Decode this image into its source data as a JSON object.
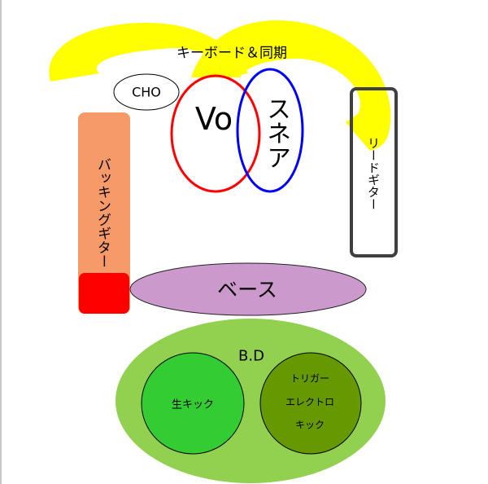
{
  "labels": {
    "keyboard_sync": "キーボード＆同期",
    "chorus": "CHO",
    "vocal": "Vo",
    "snare": "スネア",
    "lead_guitar": "リードギター",
    "backing_guitar": "バッキングギター",
    "bass": "ベース",
    "bass_drum": "B.D",
    "raw_kick": "生キック",
    "trigger_line1": "トリガー",
    "trigger_line2": "エレクトロ",
    "trigger_line3": "キック"
  },
  "colors": {
    "keyboard": "#FFFF00",
    "vocal": "#FF0000",
    "snare": "#0000FF",
    "backing_guitar": "#F79A6A",
    "backing_guitar_accent": "#FF0000",
    "bass": "#CC99CC",
    "bass_drum": "#92D050",
    "raw_kick": "#33CC33",
    "trigger_kick": "#669900"
  }
}
